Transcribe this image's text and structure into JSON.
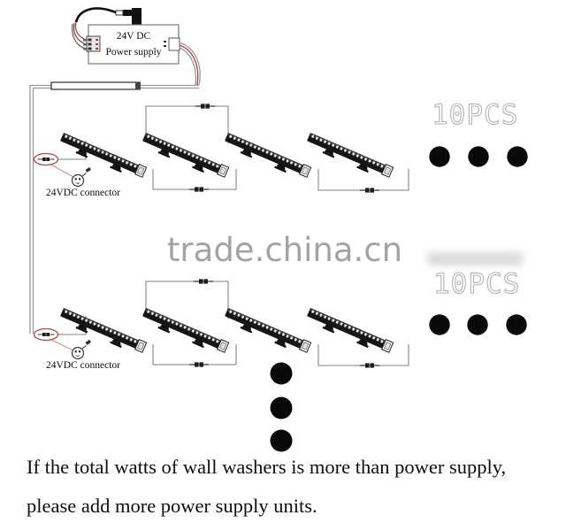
{
  "diagram": {
    "power_supply": {
      "line1": "24V DC",
      "line2": "Power supply"
    },
    "rows": [
      {
        "connector_label": "24VDC connector",
        "quantity_label": "10PCS"
      },
      {
        "connector_label": "24VDC connector",
        "quantity_label": "10PCS"
      }
    ],
    "watermark": "trade.china.cn",
    "ellipsis_dots_per_row": 3,
    "vertical_ellipsis_dots": 3
  },
  "note": {
    "line1": "If the total watts of wall washers is more than power supply,",
    "line2": "please add more power supply units."
  },
  "colors": {
    "wire_gray": "#999999",
    "wire_red": "#a8453c",
    "connector_highlight_red": "#b5443c",
    "bar_black": "#161616",
    "watermark_gray": "#a3a3a3",
    "quantity_outline_gray": "#b3b3b3",
    "note_text": "#0d0d0d",
    "dot_black": "#0a0a0a"
  }
}
